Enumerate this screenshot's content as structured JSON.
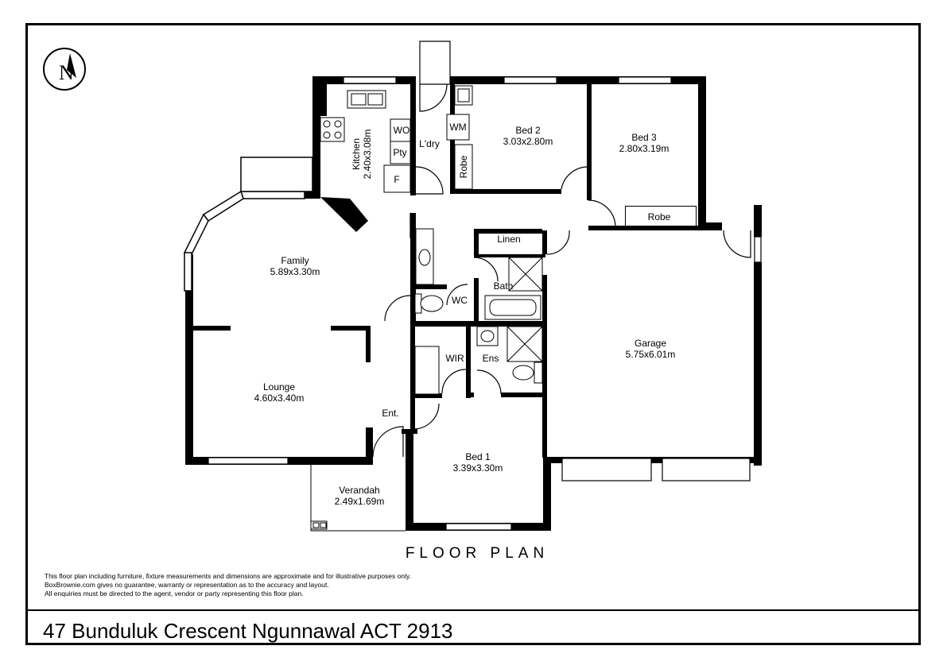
{
  "rooms": {
    "kitchen": {
      "name": "Kitchen",
      "dims": "2.40x3.08m"
    },
    "laundry": {
      "name": "L'dry"
    },
    "bed2": {
      "name": "Bed 2",
      "dims": "3.03x2.80m"
    },
    "bed3": {
      "name": "Bed 3",
      "dims": "2.80x3.19m"
    },
    "robe_bed3": {
      "name": "Robe"
    },
    "robe_bed2": {
      "name": "Robe"
    },
    "family": {
      "name": "Family",
      "dims": "5.89x3.30m"
    },
    "lounge": {
      "name": "Lounge",
      "dims": "4.60x3.40m"
    },
    "linen": {
      "name": "Linen"
    },
    "bath": {
      "name": "Bath"
    },
    "wc": {
      "name": "WC"
    },
    "wir": {
      "name": "WIR"
    },
    "ens": {
      "name": "Ens"
    },
    "garage": {
      "name": "Garage",
      "dims": "5.75x6.01m"
    },
    "entry": {
      "name": "Ent."
    },
    "bed1": {
      "name": "Bed 1",
      "dims": "3.39x3.30m"
    },
    "verandah": {
      "name": "Verandah",
      "dims": "2.49x1.69m"
    }
  },
  "fixtures": {
    "wall_oven": "WO",
    "pantry": "Pty",
    "fridge": "F",
    "washing_machine": "WM"
  },
  "north_arrow": {
    "letter": "N"
  },
  "plan_title": "FLOOR PLAN",
  "disclaimer": [
    "This floor plan including furniture, fixture measurements and dimensions are approximate and for illustrative purposes only.",
    "BoxBrownie.com gives no guarantee, warranty or representation as to the accuracy and layout.",
    "All enquiries must be directed to the agent, vendor or party representing this floor plan."
  ],
  "address": "47 Bunduluk Crescent Ngunnawal ACT 2913",
  "colors": {
    "wall": "#000000",
    "background": "#ffffff",
    "window_fill": "#ffffff"
  }
}
